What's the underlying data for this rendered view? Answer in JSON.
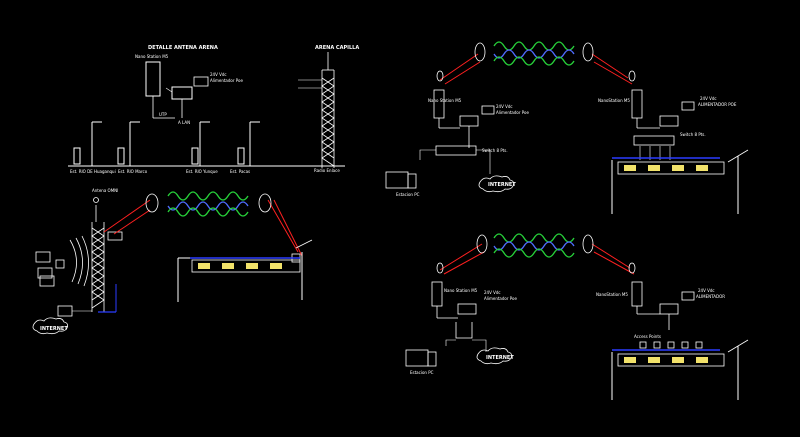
{
  "labels": {
    "top_left_header": "DETALLE ANTENA ARENA",
    "tower_label_top": "ARENA CAPILLA",
    "nano_station_tl": "Nano Station M5",
    "poe_adapter_tl": "24V Vdc",
    "poe_adapter_tl2": "Alimentador Poe",
    "lan_label_tl": "A LAN",
    "utp_label_tl": "UTP",
    "poles_label_1": "Est. RIO DE Huaganqui",
    "poles_label_2": "Est. RIO Marco",
    "poles_label_3": "Est. RIO Yunque",
    "poles_label_4": "Est. Pacas",
    "tower_base_label": "Radio Enlace",
    "antenna_left_label": "Antena OMNI",
    "internet_1": "INTERNET",
    "internet_2": "INTERNET",
    "internet_3": "INTERNET",
    "nano_station_r1": "Nano Station M5",
    "nano_station_r1b": "NanoStation M5",
    "poe_r1": "24V Vdc",
    "poe_r1_sub": "Alimentador Poe",
    "poe_r1b": "24V Vdc",
    "poe_r1b_sub": "ALIMENTADOR POE",
    "switch_r1": "Switch 8 Pts.",
    "switch_r1b": "Switch 8 Pts.",
    "pc_label_r1": "Estacion PC",
    "nano_station_r2": "Nano Station M5",
    "nano_station_r2b": "NanoStation M5",
    "poe_r2": "24V Vdc",
    "poe_r2_sub": "Alimentador Poe",
    "poe_r2b": "24V Vdc",
    "poe_r2b_sub": "ALIMENTADOR",
    "pc_label_r2": "Estacion PC",
    "access_points": "Access Points"
  },
  "colors": {
    "background": "#000000",
    "lines": "#ffffff",
    "link_beam": "#ff2020",
    "coil_green": "#27d13a",
    "coil_blue": "#4f6dff",
    "cable_blue": "#2b3cff",
    "banner_yellow": "#f2e26a"
  }
}
